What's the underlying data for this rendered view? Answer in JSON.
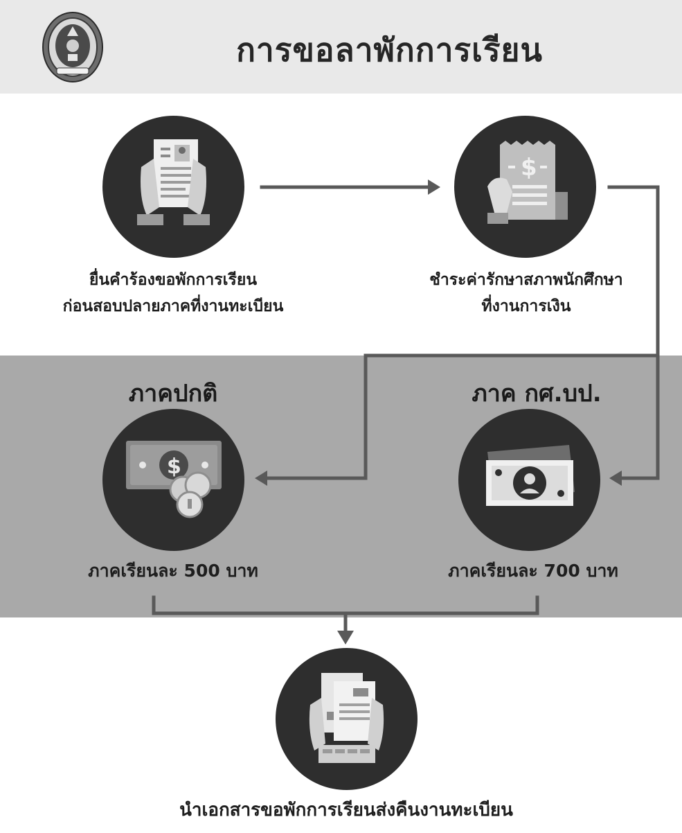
{
  "header": {
    "title": "การขอลาพักการเรียน",
    "logo_icon": "university-seal-icon"
  },
  "steps": [
    {
      "icon": "document-in-hands-icon",
      "line1": "ยื่นคำร้องขอพักการเรียน",
      "line2": "ก่อนสอบปลายภาคที่งานทะเบียน"
    },
    {
      "icon": "receipt-payment-icon",
      "line1": "ชำระค่ารักษาสภาพนักศึกษา",
      "line2": "ที่งานการเงิน"
    }
  ],
  "programs": [
    {
      "title": "ภาคปกติ",
      "icon": "cash-and-coins-icon",
      "fee": "ภาคเรียนละ 500 บาท"
    },
    {
      "title": "ภาค กศ.บป.",
      "icon": "banknotes-icon",
      "fee": "ภาคเรียนละ 700 บาท"
    }
  ],
  "final_step": {
    "icon": "return-documents-icon",
    "text": "นำเอกสารขอพักการเรียนส่งคืนงานทะเบียน"
  },
  "colors": {
    "header_bg": "#e9e9e9",
    "band_bg": "#a9a9a9",
    "circle": "#2e2e2e",
    "line": "#595959"
  }
}
